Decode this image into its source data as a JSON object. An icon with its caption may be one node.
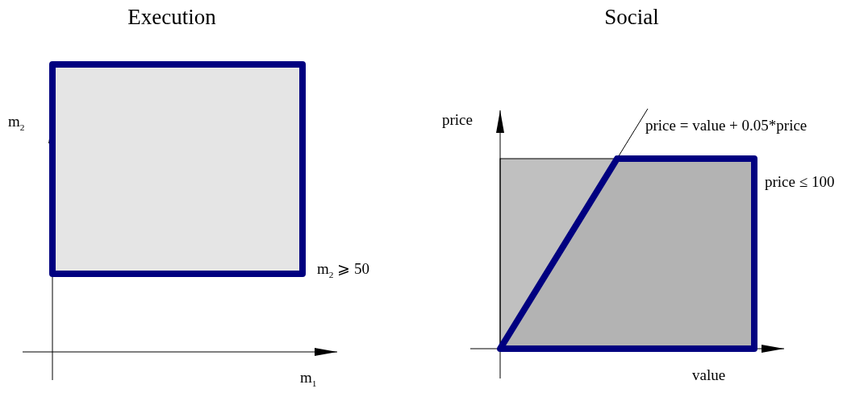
{
  "diagram": {
    "labels": [
      "Execution",
      "Social",
      "m$_{2}$",
      "price",
      "price = value + 0.05*price",
      "price ≤ 100",
      "m$_{2}$ ⩾ 50",
      "value",
      "m$_{1}$"
    ]
  }
}
